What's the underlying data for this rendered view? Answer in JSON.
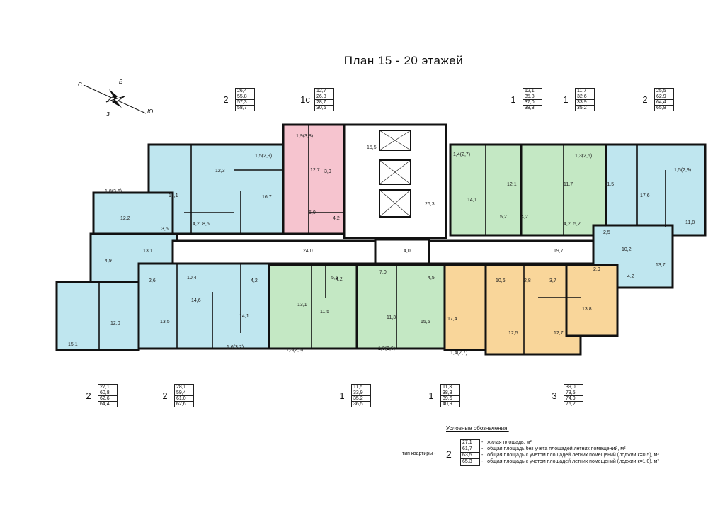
{
  "title": "План  15 - 20  этажей",
  "compass": {
    "n": "С",
    "e": "В",
    "s": "Ю",
    "w": "З"
  },
  "apartments_top": [
    {
      "type": "2",
      "areas": [
        "26,4",
        "55,8",
        "57,3",
        "58,7"
      ]
    },
    {
      "type": "1с",
      "areas": [
        "12,7",
        "26,8",
        "28,7",
        "30,6"
      ]
    },
    {
      "type": "1",
      "areas": [
        "12,1",
        "35,8",
        "37,0",
        "38,3"
      ]
    },
    {
      "type": "1",
      "areas": [
        "11,7",
        "32,6",
        "33,9",
        "35,2"
      ]
    },
    {
      "type": "2",
      "areas": [
        "25,5",
        "62,9",
        "64,4",
        "65,8"
      ]
    }
  ],
  "apartments_bottom": [
    {
      "type": "2",
      "areas": [
        "27,1",
        "60,8",
        "62,6",
        "64,4"
      ]
    },
    {
      "type": "2",
      "areas": [
        "28,1",
        "59,4",
        "61,0",
        "62,6"
      ]
    },
    {
      "type": "1",
      "areas": [
        "11,5",
        "33,9",
        "35,2",
        "36,5"
      ]
    },
    {
      "type": "1",
      "areas": [
        "11,3",
        "38,3",
        "39,6",
        "40,9"
      ]
    },
    {
      "type": "3",
      "areas": [
        "39,0",
        "73,5",
        "74,9",
        "76,2"
      ]
    }
  ],
  "room_labels": [
    "14,1",
    "12,3",
    "16,7",
    "1,5(2,9)",
    "8,5",
    "4,2",
    "1,8(3,6)",
    "12,2",
    "3,5",
    "13,1",
    "4,9",
    "1,9(3,8)",
    "12,7",
    "3,9",
    "6,0",
    "4,2",
    "15,5",
    "26,3",
    "4,0",
    "24,0",
    "19,7",
    "1,4(2,7)",
    "14,1",
    "5,2",
    "12,1",
    "4,2",
    "11,7",
    "4,2",
    "1,3(2,6)",
    "11,5",
    "5,2",
    "17,6",
    "1,5(2,9)",
    "11,8",
    "2,5",
    "10,2",
    "2,9",
    "4,2",
    "13,7",
    "12,0",
    "15,1",
    "2,6",
    "13,5",
    "10,4",
    "14,6",
    "14,1",
    "4,2",
    "1,6(3,2)",
    "13,1",
    "5,1",
    "4,2",
    "11,5",
    "1,3(2,6)",
    "7,0",
    "11,3",
    "4,5",
    "15,5",
    "1,3(2,6)",
    "17,4",
    "1,4(2,7)",
    "10,6",
    "2,8",
    "3,7",
    "13,8",
    "12,5",
    "12,7"
  ],
  "legend": {
    "title": "Условные обозначения:",
    "type_label": "тип квартиры -",
    "type_value": "2",
    "values": [
      "27,1",
      "61,7",
      "63,5",
      "65,3"
    ],
    "rows": [
      "жилая площадь, м²",
      "общая площадь без учета площадей летних помещений, м²",
      "общая площадь с учетом площадей летних помещений (лоджии к=0,5), м²",
      "общая площадь с учетом площадей летних помещений (лоджии к=1,0), м²"
    ]
  },
  "colors": {
    "blue": "#bfe6ef",
    "green": "#c4e8c4",
    "pink": "#f6c4cf",
    "orange": "#f9d69a",
    "wall": "#111111"
  }
}
